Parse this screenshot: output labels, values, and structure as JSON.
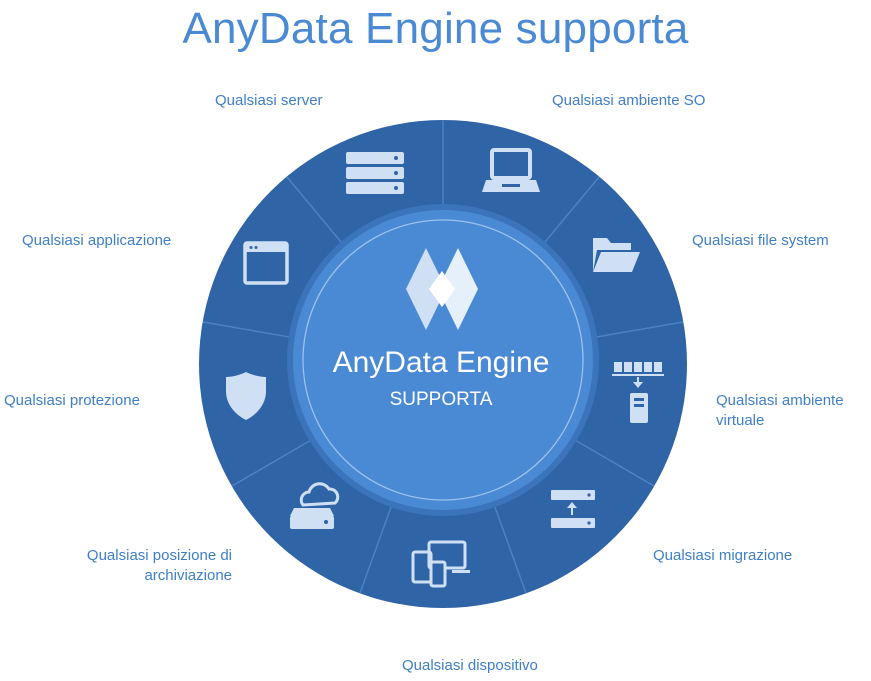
{
  "title": "AnyData Engine supporta",
  "center": {
    "line1": "AnyData Engine",
    "line2": "SUPPORTA",
    "logo_icon": "diamond-logo-icon"
  },
  "colors": {
    "outer_ring": "#2f64a7",
    "segment_line": "#4a80c2",
    "inner_disk": "#4a89d3",
    "inner_border": "#3b74bb",
    "label": "#3f7fc9",
    "icon": "#cfe0f5"
  },
  "segments": [
    {
      "label": "Qualsiasi server",
      "icon": "server-icon"
    },
    {
      "label": "Qualsiasi ambiente SO",
      "icon": "laptop-icon"
    },
    {
      "label": "Qualsiasi file system",
      "icon": "folder-icon"
    },
    {
      "label": "Qualsiasi ambiente virtuale",
      "icon": "virtual-environment-icon"
    },
    {
      "label": "Qualsiasi migrazione",
      "icon": "migration-icon"
    },
    {
      "label": "Qualsiasi dispositivo",
      "icon": "devices-icon"
    },
    {
      "label": "Qualsiasi posizione di archiviazione",
      "icon": "cloud-storage-icon"
    },
    {
      "label": "Qualsiasi protezione",
      "icon": "shield-icon"
    },
    {
      "label": "Qualsiasi applicazione",
      "icon": "app-window-icon"
    }
  ]
}
